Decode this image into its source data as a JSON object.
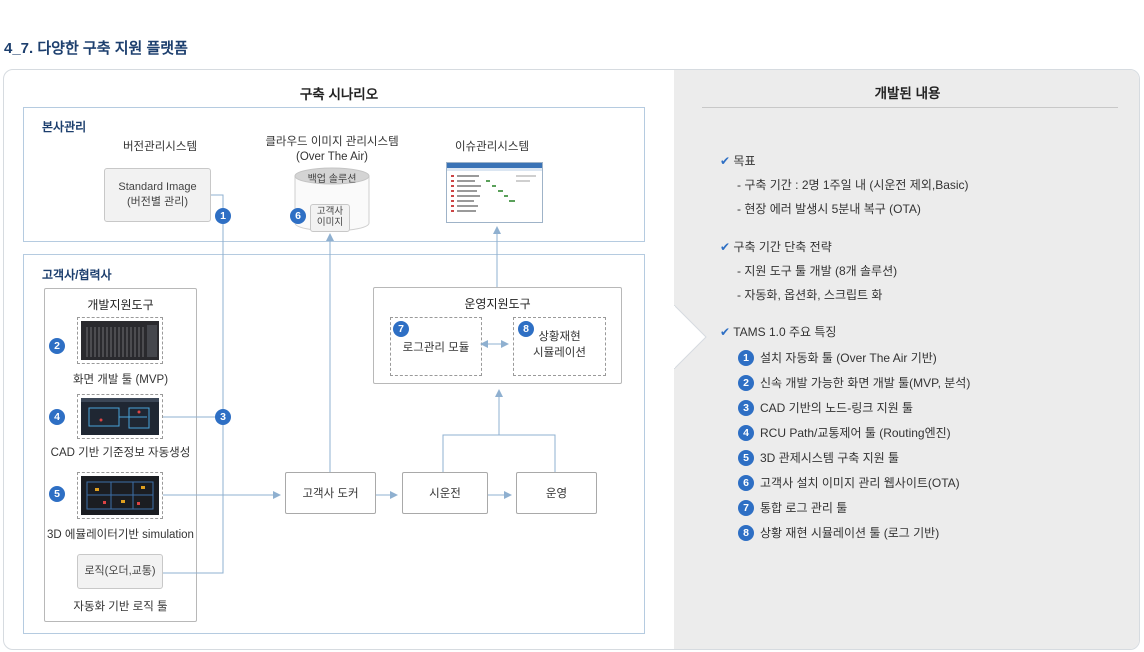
{
  "heading": "4_7. 다양한 구축 지원 플랫폼",
  "scenario_title": "구축 시나리오",
  "content_title": "개발된 내용",
  "hq": {
    "label": "본사관리",
    "version_system": "버전관리시스템",
    "standard_image_line1": "Standard Image",
    "standard_image_line2": "(버전별 관리)",
    "cloud_line1": "클라우드 이미지 관리시스템",
    "cloud_line2": "(Over The Air)",
    "backup": "백업 솔루션",
    "customer_image_line1": "고객사",
    "customer_image_line2": "이미지",
    "issue_system": "이슈관리시스템"
  },
  "customer": {
    "label": "고객사/협력사",
    "dev_tools_title": "개발지원도구",
    "tool2": "화면 개발 툴 (MVP)",
    "tool4": "CAD 기반 기준정보 자동생성",
    "tool5": "3D 에뮬레이터기반 simulation",
    "logic_box": "로직(오더,교통)",
    "logic_caption": "자동화 기반 로직 툴",
    "ops_title": "운영지원도구",
    "log_module": "로그관리 모듈",
    "replay_line1": "상황재현",
    "replay_line2": "시뮬레이션",
    "docker": "고객사 도커",
    "trial": "시운전",
    "operation": "운영"
  },
  "markers": {
    "m1": "1",
    "m2": "2",
    "m3": "3",
    "m4": "4",
    "m5": "5",
    "m6": "6",
    "m7": "7",
    "m8": "8"
  },
  "right": {
    "goal_title": "목표",
    "goal_items": [
      "- 구축 기간 : 2명 1주일 내 (시운전 제외,Basic)",
      "- 현장 에러 발생시 5분내 복구 (OTA)"
    ],
    "strategy_title": "구축 기간 단축 전략",
    "strategy_items": [
      "- 지원 도구 툴 개발 (8개 솔루션)",
      "- 자동화, 옵션화, 스크립트 화"
    ],
    "tams_title": "TAMS 1.0 주요 특징",
    "features": [
      {
        "num": "1",
        "text": "설치 자동화 툴 (Over The Air 기반)"
      },
      {
        "num": "2",
        "text": "신속 개발 가능한 화면 개발 툴(MVP, 분석)"
      },
      {
        "num": "3",
        "text": "CAD 기반의 노드-링크 지원 툴"
      },
      {
        "num": "4",
        "text": "RCU Path/교통제어 툴 (Routing엔진)"
      },
      {
        "num": "5",
        "text": "3D 관제시스템 구축 지원 툴"
      },
      {
        "num": "6",
        "text": "고객사 설치 이미지 관리 웹사이트(OTA)"
      },
      {
        "num": "7",
        "text": "통합 로그 관리 툴"
      },
      {
        "num": "8",
        "text": "상황 재현 시뮬레이션 툴 (로그 기반)"
      }
    ]
  },
  "colors": {
    "accent": "#2e6fc4",
    "heading": "#1d3f6e",
    "panel_border": "#b5cbe0",
    "right_bg": "#ececec"
  }
}
